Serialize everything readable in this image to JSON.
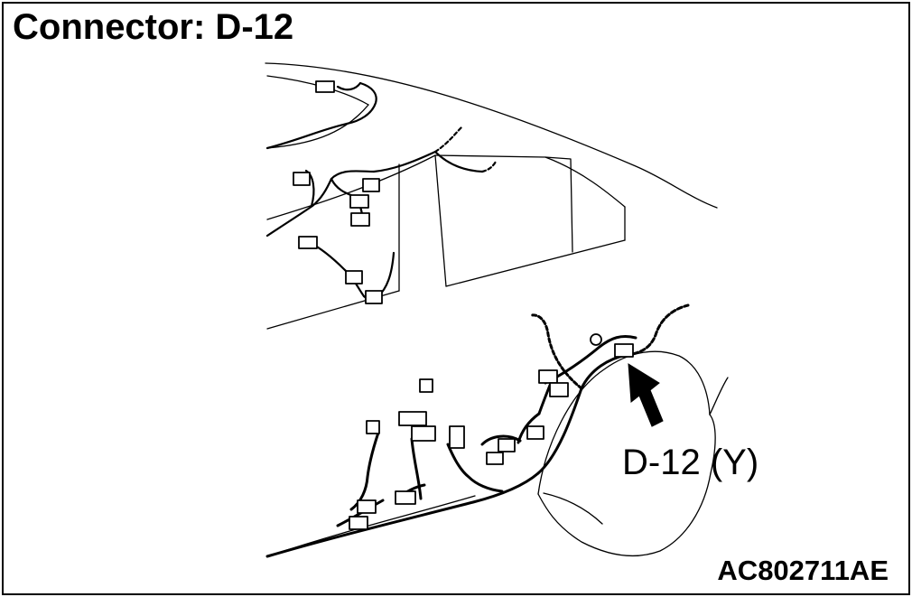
{
  "title": "Connector: D-12",
  "callout": {
    "label": "D-12 (Y)"
  },
  "figure_code": "AC802711AE",
  "colors": {
    "line": "#000000",
    "background": "#ffffff"
  },
  "icons": {
    "arrow": "arrow-up-left-icon"
  }
}
